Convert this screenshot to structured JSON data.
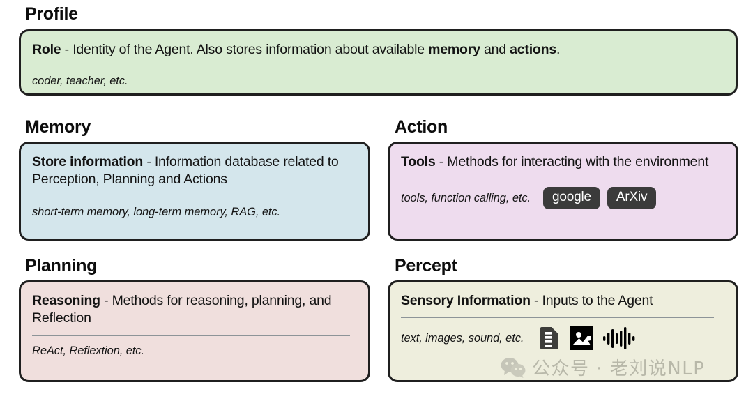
{
  "sections": {
    "profile": {
      "title": "Profile",
      "head_bold": "Role",
      "head_rest": " - Identity of the Agent. Also stores information about available ",
      "head_bold2": "memory",
      "head_mid": " and ",
      "head_bold3": "actions",
      "head_end": ".",
      "examples": "coder, teacher, etc.",
      "color": "#d9ecd2"
    },
    "memory": {
      "title": "Memory",
      "head_bold": "Store information",
      "head_rest": " - Information database related to Perception, Planning and Actions",
      "examples": "short-term memory, long-term memory, RAG, etc.",
      "color": "#d4e6ec"
    },
    "action": {
      "title": "Action",
      "head_bold": "Tools",
      "head_rest": " - Methods for interacting with the environment",
      "examples": "tools, function calling, etc.",
      "chips": [
        "google",
        "ArXiv"
      ],
      "chip_color": "#3b3b3b",
      "color": "#eedcee"
    },
    "planning": {
      "title": "Planning",
      "head_bold": "Reasoning",
      "head_rest": " - Methods for reasoning, planning, and Reflection",
      "examples": "ReAct, Reflextion, etc.",
      "color": "#f0dfdd"
    },
    "percept": {
      "title": "Percept",
      "head_bold": "Sensory Information",
      "head_rest": " - Inputs to the Agent",
      "examples": "text, images, sound, etc.",
      "icons": [
        "document-icon",
        "image-icon",
        "audio-waveform-icon"
      ],
      "color": "#eeeedd"
    }
  },
  "watermark": {
    "icon": "wechat-icon",
    "text": "公众号 · 老刘说NLP"
  }
}
